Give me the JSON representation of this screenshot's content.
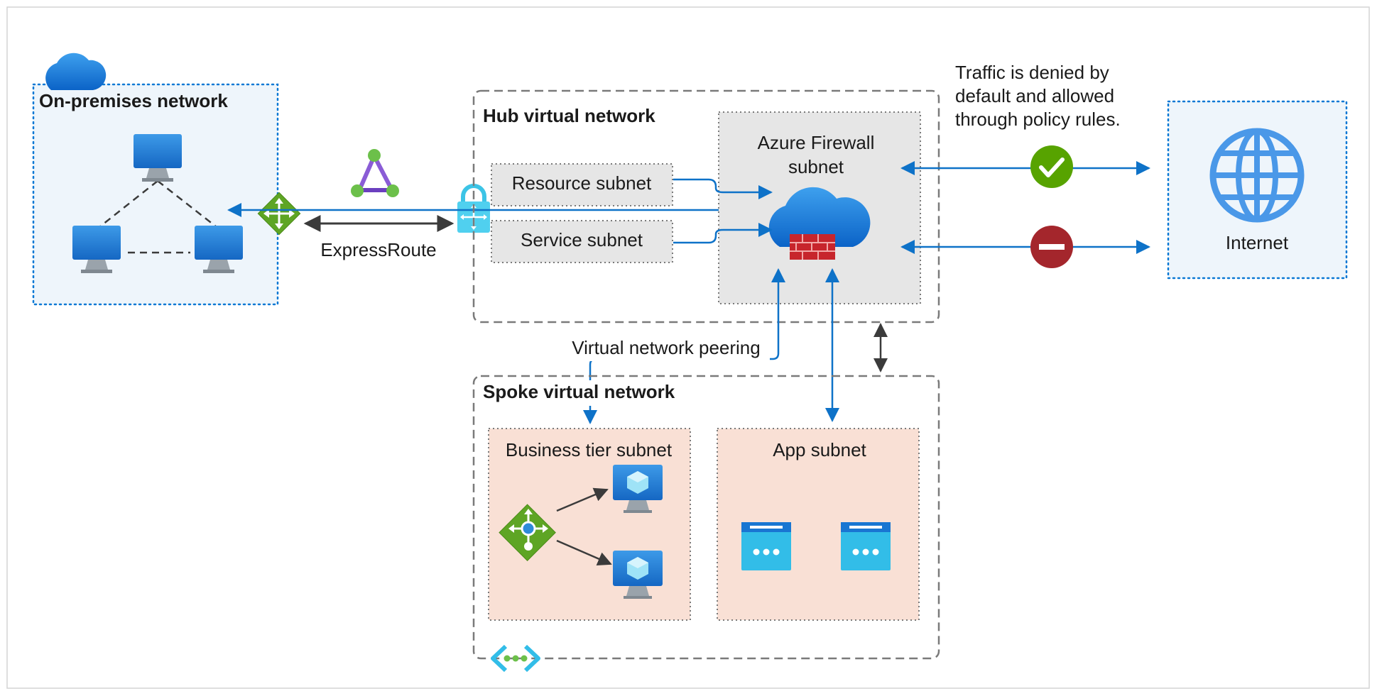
{
  "labels": {
    "on_premises": "On-premises network",
    "hub": "Hub virtual network",
    "spoke": "Spoke virtual network",
    "firewall_subnet_line1": "Azure Firewall",
    "firewall_subnet_line2": "subnet",
    "resource_subnet": "Resource subnet",
    "service_subnet": "Service subnet",
    "expressroute": "ExpressRoute",
    "peering": "Virtual network peering",
    "business_tier": "Business tier subnet",
    "app_subnet": "App subnet",
    "internet": "Internet",
    "traffic_note": [
      "Traffic is denied by",
      "default and allowed",
      "through policy rules."
    ]
  },
  "colors": {
    "arrow_blue": "#0e72c8",
    "arrow_dark": "#3b3b3b",
    "onprem_border": "#0a78d4",
    "onprem_fill": "#eef5fb",
    "hub_border": "#7a7a7a",
    "subnet_gray_fill": "#e6e6e6",
    "subnet_peach_fill": "#f9e0d5",
    "allow_green": "#57a300",
    "deny_red": "#a4262c",
    "vm_blue": "#2f8bd8"
  },
  "icons": {
    "cloud": "cloud-icon",
    "monitor": "monitor-icon",
    "gateway": "gateway-icon",
    "circuit": "expressroute-circuit-icon",
    "lock": "vpn-lock-icon",
    "firewall": "firewall-cloud-icon",
    "allow": "allow-check-icon",
    "deny": "deny-minus-icon",
    "globe": "globe-icon",
    "load_balancer": "load-balancer-icon",
    "vm": "virtual-machine-icon",
    "app": "app-service-icon",
    "vnet": "vnet-peering-icon"
  }
}
